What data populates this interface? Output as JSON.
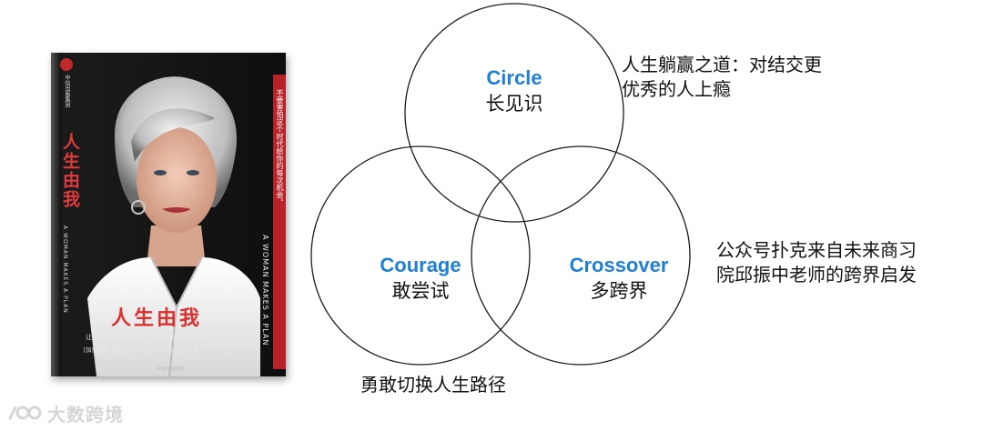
{
  "book": {
    "publisher": "中信出版集团",
    "title_vertical": "人生由我",
    "english_title_left": "A WOMAN MAKES A PLAN",
    "quote_vertical": "不要害怕这个时代给你的每次机会。",
    "english_title_right": "A WOMAN MAKES A PLAN",
    "cover_title": "人生由我",
    "subtitle": "让“硅谷钢铁侠”埃隆 · 马斯克受益的硬核母亲",
    "authors": "[加] 梅耶 · 马斯克 (MAYE MUSK) 著    代晓丹 译",
    "imprint": "中信出版集团"
  },
  "venn": {
    "circle": {
      "en": "Circle",
      "zh": "长见识"
    },
    "courage": {
      "en": "Courage",
      "zh": "敢尝试"
    },
    "crossover": {
      "en": "Crossover",
      "zh": "多跨界"
    }
  },
  "notes": {
    "top": [
      "人生躺赢之道：对结交更",
      "优秀的人上瘾"
    ],
    "right": [
      "公众号扑克来自未来商习",
      "院邱振中老师的跨界启发"
    ],
    "bottom": "勇敢切换人生路径"
  },
  "watermark": {
    "text": "大数跨境",
    "icon": "logo-mark-icon"
  },
  "colors": {
    "accent_blue": "#1e7fd8",
    "book_red": "#c0292b",
    "text": "#111111"
  }
}
